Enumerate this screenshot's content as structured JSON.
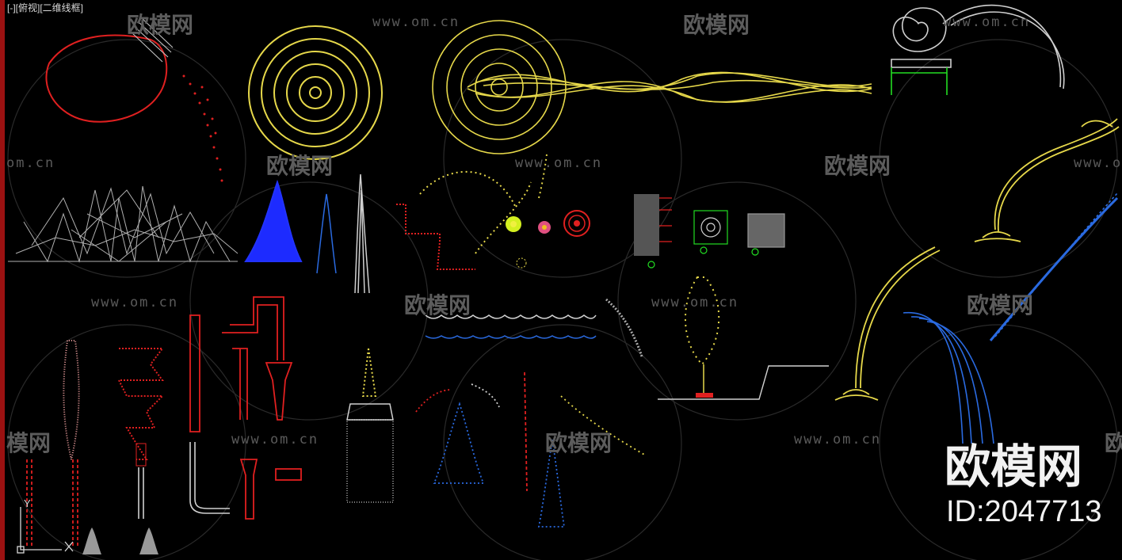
{
  "viewport": {
    "label": "[-][俯视][二维线框]"
  },
  "watermarks": {
    "url": "www.om.cn",
    "url_partial": "om.cn",
    "brand": "欧模网",
    "brand_partial": "模网"
  },
  "overlay": {
    "brand": "欧模网",
    "id_text": "ID:2047713"
  },
  "ucs_icon": {
    "y_label": "Y",
    "x_label": "X"
  },
  "colors": {
    "background": "#000000",
    "yellow_lines": "#e6d84a",
    "red_lines": "#e02020",
    "blue_lines": "#2a6ae0",
    "white_lines": "#d0d0d0",
    "green_lines": "#22dd22",
    "watermark": "#5a5a5a"
  }
}
